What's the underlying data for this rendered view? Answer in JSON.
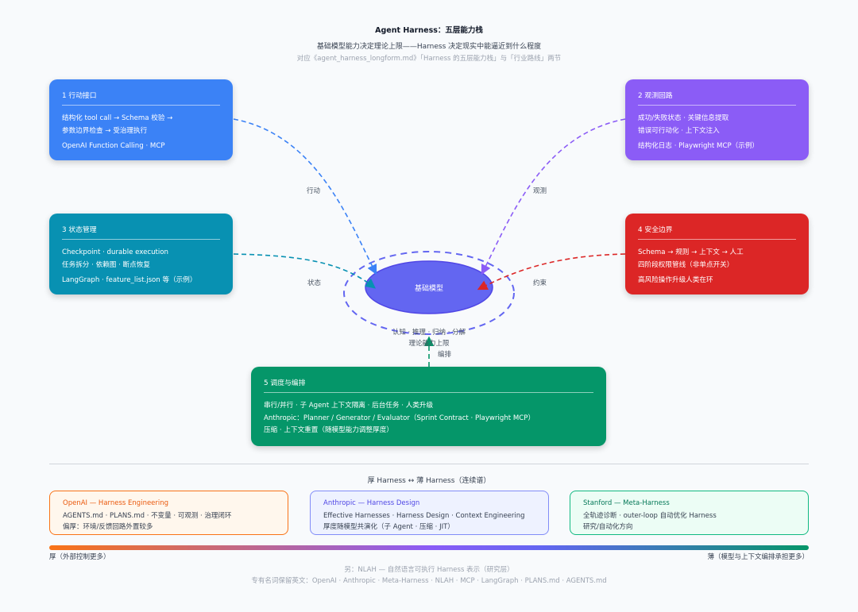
{
  "header": {
    "title": "Agent Harness：五层能力栈",
    "subtitle": "基础模型能力决定理论上限——Harness 决定现实中能逼近到什么程度",
    "source": "对应《agent_harness_longform.md》「Harness 的五层能力栈」与「行业路线」两节"
  },
  "core": {
    "label": "基础模型",
    "caption_line1": "认知 · 推理 · 归纳 · 分解",
    "caption_line2": "理论能力上限"
  },
  "cards": {
    "action": {
      "title": "1 行动接口",
      "lines": [
        "结构化 tool call → Schema 校验 →",
        "参数边界检查 → 受治理执行"
      ],
      "example": "OpenAI Function Calling · MCP"
    },
    "observe": {
      "title": "2 观测回路",
      "lines": [
        "成功/失败状态 · 关键信息提取",
        "错误可行动化 · 上下文注入"
      ],
      "example": "结构化日志 · Playwright MCP（示例）"
    },
    "state": {
      "title": "3 状态管理",
      "lines": [
        "Checkpoint · durable execution",
        "任务拆分 · 依赖图 · 断点恢复"
      ],
      "example": "LangGraph · feature_list.json 等（示例）"
    },
    "safety": {
      "title": "4 安全边界",
      "lines": [
        "Schema → 规则 → 上下文 → 人工",
        "四阶段权限管线（非单点开关）"
      ],
      "example": "高风险操作升级人类在环"
    },
    "orchestrate": {
      "title": "5 调度与编排",
      "lines": [
        "串行/并行 · 子 Agent 上下文隔离 · 后台任务 · 人类升级",
        "Anthropic：Planner / Generator / Evaluator（Sprint Contract · Playwright MCP）",
        "压缩 · 上下文重置（随模型能力调整厚度）"
      ]
    }
  },
  "connectors": {
    "action": "行动",
    "observe": "观测",
    "state": "状态",
    "safety": "约束",
    "orchestrate": "编排"
  },
  "spectrum": {
    "title": "厚 Harness ↔ 薄 Harness（连续谱）",
    "vendors": {
      "openai": {
        "title": "OpenAI — Harness Engineering",
        "lines": [
          "AGENTS.md · PLANS.md · 不变量 · 可观测 · 治理闭环",
          "偏厚：环境/反馈回路外置较多"
        ]
      },
      "anthropic": {
        "title": "Anthropic — Harness Design",
        "lines": [
          "Effective Harnesses · Harness Design · Context Engineering",
          "厚度随模型共演化（子 Agent · 压缩 · JIT）"
        ]
      },
      "stanford": {
        "title": "Stanford — Meta-Harness",
        "lines": [
          "全轨迹诊断 · outer-loop 自动优化 Harness",
          "研究/自动化方向"
        ]
      }
    },
    "thick_label": "厚（外部控制更多）",
    "thin_label": "薄（模型与上下文编排承担更多）"
  },
  "footer": {
    "note1": "另：NLAH — 自然语言可执行 Harness 表示（研究层）",
    "note2": "专有名词保留英文：OpenAI · Anthropic · Meta-Harness · NLAH · MCP · LangGraph · PLANS.md · AGENTS.md"
  },
  "colors": {
    "action": "#3b82f6",
    "observe": "#8b5cf6",
    "state": "#0891b2",
    "safety": "#dc2626",
    "orchestrate": "#059669",
    "core": "#6366f1",
    "ring": "#6366f1"
  }
}
